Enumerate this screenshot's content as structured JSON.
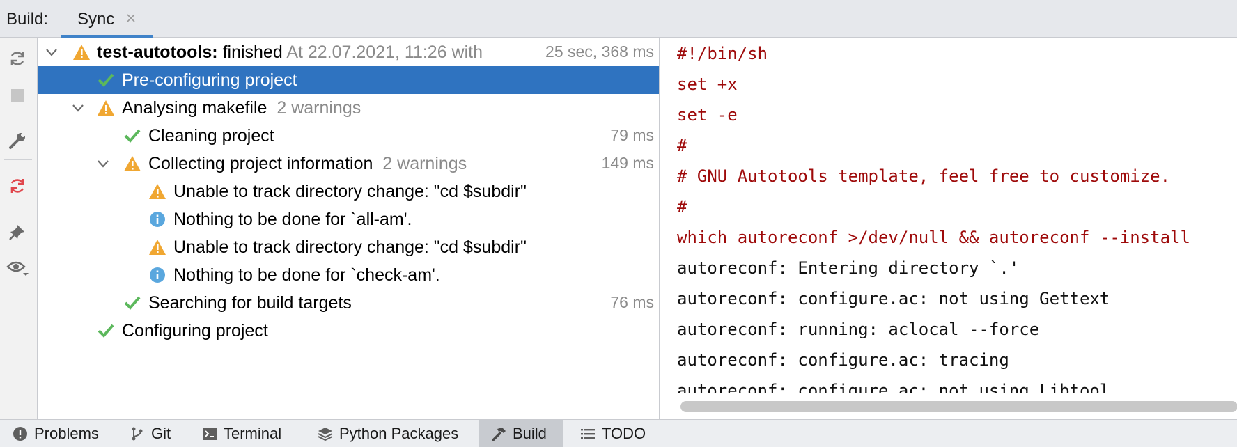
{
  "header": {
    "label": "Build:",
    "tab_label": "Sync"
  },
  "toolbar": {
    "icons": [
      "sync-icon",
      "stop-icon",
      "wrench-icon",
      "refresh-red-icon",
      "pin-icon",
      "eye-icon"
    ]
  },
  "tree": {
    "root": {
      "name": "test-autotools:",
      "status": "finished",
      "detail": "At 22.07.2021, 11:26 with",
      "time": "25 sec, 368 ms"
    },
    "rows": [
      {
        "label": "Pre-configuring project"
      },
      {
        "label": "Analysing makefile",
        "warnings": "2 warnings"
      },
      {
        "label": "Cleaning project",
        "time": "79 ms"
      },
      {
        "label": "Collecting project information",
        "warnings": "2 warnings",
        "time": "149 ms"
      },
      {
        "label": "Unable to track directory change: \"cd $subdir\""
      },
      {
        "label": "Nothing to be done for `all-am'."
      },
      {
        "label": "Unable to track directory change: \"cd $subdir\""
      },
      {
        "label": "Nothing to be done for `check-am'."
      },
      {
        "label": "Searching for build targets",
        "time": "76 ms"
      },
      {
        "label": "Configuring project"
      }
    ]
  },
  "console": {
    "lines": [
      "#!/bin/sh",
      "set +x",
      "set -e",
      "#",
      "# GNU Autotools template, feel free to customize.",
      "#",
      "which autoreconf >/dev/null && autoreconf --install",
      "autoreconf: Entering directory `.'",
      "autoreconf: configure.ac: not using Gettext",
      "autoreconf: running: aclocal --force",
      "autoreconf: configure.ac: tracing",
      "autoreconf: configure.ac: not using Libtool"
    ]
  },
  "bottom_tabs": {
    "problems": "Problems",
    "git": "Git",
    "terminal": "Terminal",
    "python_packages": "Python Packages",
    "build": "Build",
    "todo": "TODO"
  },
  "colors": {
    "selection": "#2f73c0",
    "tab_underline": "#4083c9",
    "warning": "#f0a732",
    "success": "#5cb85c",
    "info": "#5aa7de",
    "console_red": "#9e0a0a"
  }
}
